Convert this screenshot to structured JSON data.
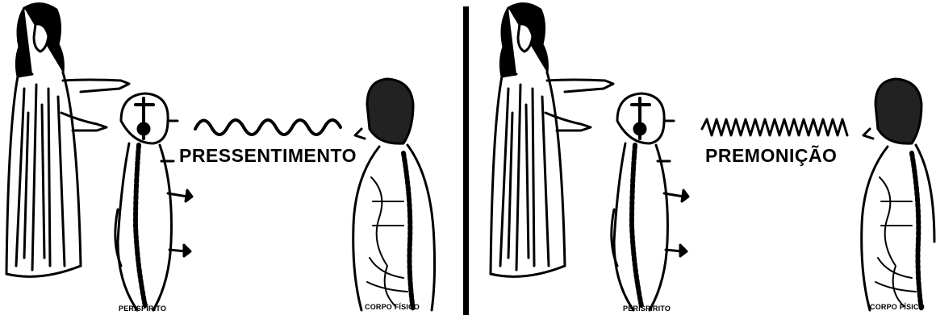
{
  "panels": [
    {
      "title": "PRESSENTIMENTO",
      "spirit_label": "PERISPÍRITO",
      "body_label": "CORPO FÍSICO",
      "wave": "low-frequency"
    },
    {
      "title": "PREMONIÇÃO",
      "spirit_label": "PERISPÍRITO",
      "body_label": "CORPO FÍSICO",
      "wave": "high-frequency"
    }
  ],
  "colors": {
    "ink": "#000000",
    "paper": "#ffffff"
  }
}
